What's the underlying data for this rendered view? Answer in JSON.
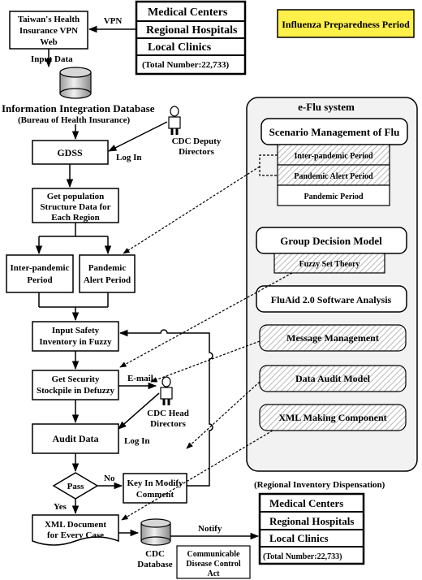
{
  "top_providers": {
    "items": [
      "Medical Centers",
      "Regional Hospitals",
      "Local Clinics"
    ],
    "total": "(Total Number:22,733)"
  },
  "badge": "Influenza Preparedness Period",
  "vpn_box": [
    "Taiwan's Health",
    "Insurance VPN",
    "Web"
  ],
  "vpn_label": "VPN",
  "input_data_label": "Input Data",
  "database": {
    "title": "Information Integration Database",
    "subtitle": "(Bureau of Health Insurance)"
  },
  "cdc_deputy": [
    "CDC Deputy",
    "Directors"
  ],
  "log_in_1": "Log In",
  "gdss": "GDSS",
  "population_box": [
    "Get population",
    "Structure Data for",
    "Each Region"
  ],
  "inter_pandemic_box": [
    "Inter-pandemic",
    "Period"
  ],
  "pandemic_alert_box": [
    "Pandemic",
    "Alert Period"
  ],
  "safety_box": [
    "Input Safety",
    "Inventory in Fuzzy"
  ],
  "stockpile_box": [
    "Get Security",
    "Stockpile in Defuzzy"
  ],
  "email_label": "E-mail",
  "cdc_head": [
    "CDC Head",
    "Directors"
  ],
  "audit_box": "Audit Data",
  "log_in_2": "Log In",
  "pass_label": "Pass",
  "no_label": "No",
  "yes_label": "Yes",
  "modify_box": [
    "Key In Modify",
    "Comment"
  ],
  "xml_doc": [
    "XML Document",
    "for Every Case"
  ],
  "cdc_database": [
    "CDC",
    "Database"
  ],
  "notify_label": "Notify",
  "act_box": [
    "Communicable",
    "Disease Control",
    "Act"
  ],
  "regional_dispensation": "(Regional Inventory Dispensation)",
  "bottom_providers": {
    "items": [
      "Medical Centers",
      "Regional Hospitals",
      "Local Clinics"
    ],
    "total": "(Total Number:22,733)"
  },
  "eflu": {
    "title": "e-Flu system",
    "scenario": "Scenario Management of Flu",
    "periods": [
      "Inter-pandemic Period",
      "Pandemic Alert Period",
      "Pandemic Period"
    ],
    "group_decision": "Group Decision Model",
    "fuzzy": "Fuzzy Set Theory",
    "fluaid": "FluAid 2.0 Software Analysis",
    "message": "Message Management",
    "audit_model": "Data Audit  Model",
    "xml_component": "XML Making Component"
  },
  "colors": {
    "badge_fill": "#fff04a",
    "hatch": "#b8b8b8",
    "panel_fill": "#f2f2f2"
  }
}
